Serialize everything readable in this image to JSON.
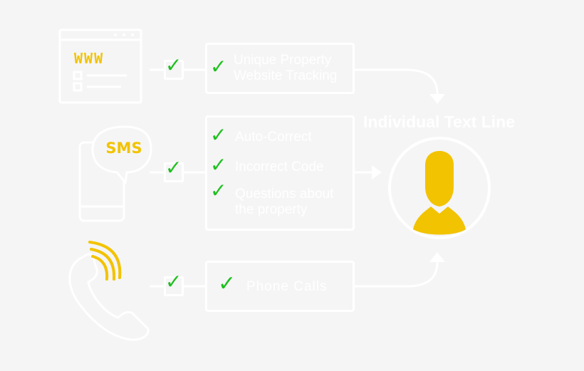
{
  "channels": {
    "website": {
      "icon_text": "WWW",
      "items": [
        "Unique Property Website Tracking"
      ]
    },
    "sms": {
      "icon_text": "SMS",
      "items": [
        "Auto-Correct",
        "Incorrect Code",
        "Questions about the property"
      ]
    },
    "phone": {
      "items": [
        "Phone Calls"
      ]
    }
  },
  "destination": {
    "title": "Individual Text Line",
    "icon": "person-silhouette-icon"
  },
  "colors": {
    "background": "#f5f5f5",
    "outline": "#ffffff",
    "accent_yellow": "#f2c300",
    "check_green": "#1fbf1f"
  },
  "icons": [
    "browser-window-icon",
    "mobile-phone-icon",
    "speech-bubble-icon",
    "telephone-handset-icon",
    "checkmark-icon",
    "arrow-icon"
  ]
}
